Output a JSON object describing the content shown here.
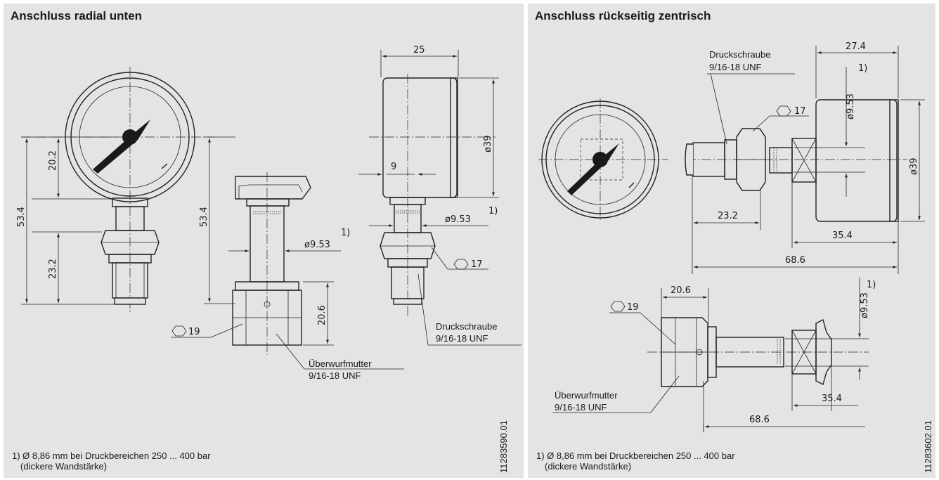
{
  "left_panel": {
    "title": "Anschluss radial unten",
    "dims": {
      "d53_4_a": "53.4",
      "d20_2": "20.2",
      "d23_2": "23.2",
      "d53_4_b": "53.4",
      "d9_53": "ø9.53",
      "fn1": "1)",
      "d20_6": "20.6",
      "d25": "25",
      "d39": "ø39",
      "d9": "9",
      "d9_53_b": "ø9.53",
      "fn1b": "1)",
      "hex17": "17",
      "hex19": "19"
    },
    "labels": {
      "uewm_1": "Überwurfmutter",
      "uewm_2": "9/16-18 UNF",
      "ds_1": "Druckschraube",
      "ds_2": "9/16-18 UNF"
    },
    "footnote_1": "1) Ø 8,86 mm bei Druckbereichen 250 ... 400 bar",
    "footnote_2": "(dickere Wandstärke)",
    "drawing_number": "11283590.01"
  },
  "right_panel": {
    "title": "Anschluss rückseitig zentrisch",
    "dims": {
      "d27_4": "27.4",
      "d9_53": "ø9.53",
      "fn1": "1)",
      "hex17": "17",
      "d39": "ø39",
      "d23_2": "23.2",
      "d35_4": "35.4",
      "d68_6": "68.6",
      "d20_6": "20.6",
      "hex19": "19",
      "d9_53_b": "ø9.53",
      "fn1b": "1)",
      "d35_4_b": "35.4",
      "d68_6_b": "68.6"
    },
    "labels": {
      "ds_1": "Druckschraube",
      "ds_2": "9/16-18 UNF",
      "uewm_1": "Überwurfmutter",
      "uewm_2": "9/16-18 UNF"
    },
    "footnote_1": "1) Ø 8,86 mm bei Druckbereichen 250 ... 400 bar",
    "footnote_2": "(dickere Wandstärke)",
    "drawing_number": "11283602.01"
  }
}
